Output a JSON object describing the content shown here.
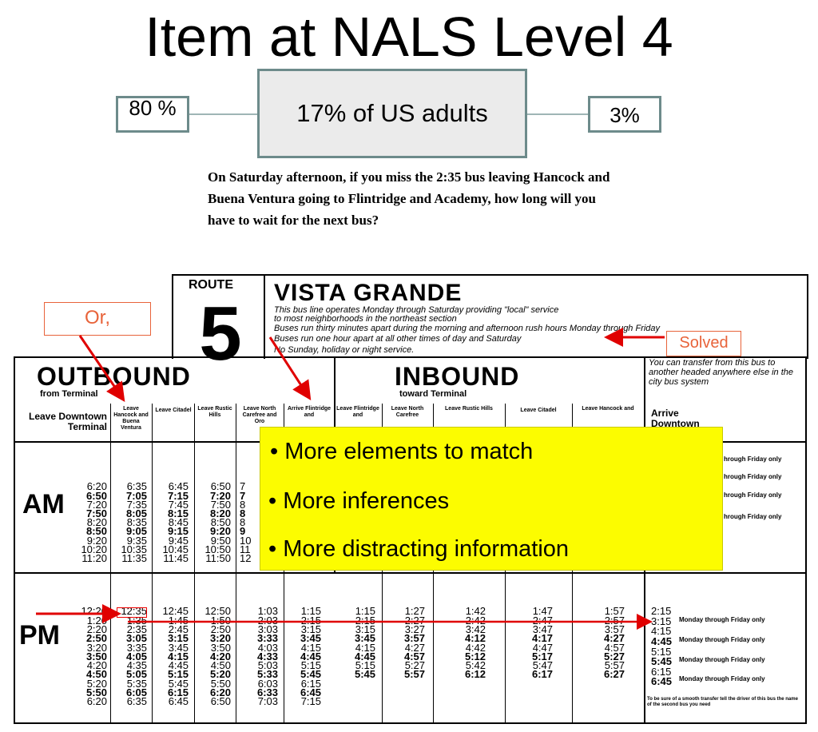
{
  "title": "Item at NALS Level 4",
  "stats": {
    "left": "80 %",
    "center": "17% of US adults",
    "right": "3%"
  },
  "question": "On Saturday afternoon, if you miss the 2:35 bus leaving Hancock and Buena Ventura going to Flintridge and Academy, how long will you have to wait for the next bus?",
  "schedule": {
    "route_word": "ROUTE",
    "route_number": "5",
    "route_name": "VISTA GRANDE",
    "description": [
      "This bus line operates Monday through Saturday providing \"local\" service",
      "to most neighborhoods in the northeast section",
      "Buses run thirty minutes apart during the morning and afternoon rush hours Monday through Friday",
      "Buses run one hour apart at all other times of day and Saturday",
      "No Sunday, holiday or night service."
    ],
    "outbound_title": "OUTBOUND",
    "outbound_sub": "from Terminal",
    "inbound_title": "INBOUND",
    "inbound_sub": "toward Terminal",
    "transfer_note": "You can transfer from this bus to another headed anywhere else in the city bus system",
    "arrive_downtown": "Arrive Downtown",
    "leave_downtown": "Leave Downtown Terminal",
    "col_heads": [
      "Leave Hancock and Buena Ventura",
      "Leave Citadel",
      "Leave Rustic Hills",
      "Leave North Carefree and Oro",
      "Arrive Flintridge and",
      "Leave Flintridge and",
      "Leave North Carefree",
      "Leave Rustic Hills",
      "Leave Citadel",
      "Leave Hancock and"
    ],
    "am_label": "AM",
    "pm_label": "PM",
    "am_cols": [
      [
        "6:20",
        "6:50",
        "7:20",
        "7:50",
        "8:20",
        "8:50",
        "9:20",
        "10:20",
        "11:20"
      ],
      [
        "6:35",
        "7:05",
        "7:35",
        "8:05",
        "8:35",
        "9:05",
        "9:35",
        "10:35",
        "11:35"
      ],
      [
        "6:45",
        "7:15",
        "7:45",
        "8:15",
        "8:45",
        "9:15",
        "9:45",
        "10:45",
        "11:45"
      ],
      [
        "6:50",
        "7:20",
        "7:50",
        "8:20",
        "8:50",
        "9:20",
        "9:50",
        "10:50",
        "11:50"
      ],
      [
        "7",
        "7",
        "8",
        "8",
        "8",
        "9",
        "10",
        "11",
        "12"
      ]
    ],
    "pm_cols": [
      [
        "12:20",
        "1:20",
        "2:20",
        "2:50",
        "3:20",
        "3:50",
        "4:20",
        "4:50",
        "5:20",
        "5:50",
        "6:20"
      ],
      [
        "12:35",
        "1:35",
        "2:35",
        "3:05",
        "3:35",
        "4:05",
        "4:35",
        "5:05",
        "5:35",
        "6:05",
        "6:35"
      ],
      [
        "12:45",
        "1:45",
        "2:45",
        "3:15",
        "3:45",
        "4:15",
        "4:45",
        "5:15",
        "5:45",
        "6:15",
        "6:45"
      ],
      [
        "12:50",
        "1:50",
        "2:50",
        "3:20",
        "3:50",
        "4:20",
        "4:50",
        "5:20",
        "5:50",
        "6:20",
        "6:50"
      ],
      [
        "1:03",
        "2:03",
        "3:03",
        "3:33",
        "4:03",
        "4:33",
        "5:03",
        "5:33",
        "6:03",
        "6:33",
        "7:03"
      ],
      [
        "1:15",
        "2:15",
        "3:15",
        "3:45",
        "4:15",
        "4:45",
        "5:15",
        "5:45",
        "6:15",
        "6:45",
        "7:15"
      ],
      [
        "1:15",
        "2:15",
        "3:15",
        "3:45",
        "4:15",
        "4:45",
        "5:15",
        "5:45"
      ],
      [
        "1:27",
        "2:27",
        "3:27",
        "3:57",
        "4:27",
        "4:57",
        "5:27",
        "5:57"
      ],
      [
        "1:42",
        "2:42",
        "3:42",
        "4:12",
        "4:42",
        "5:12",
        "5:42",
        "6:12"
      ],
      [
        "1:47",
        "2:47",
        "3:47",
        "4:17",
        "4:47",
        "5:17",
        "5:47",
        "6:17"
      ],
      [
        "1:57",
        "2:57",
        "3:57",
        "4:27",
        "4:57",
        "5:27",
        "5:57",
        "6:27"
      ],
      [
        "2:15",
        "3:15",
        "4:15",
        "4:45",
        "5:15",
        "5:45",
        "6:15",
        "6:45"
      ]
    ],
    "mf_only": "Monday through Friday only",
    "am_mf_notes": [
      "hrough Friday only",
      "hrough Friday only",
      "hrough Friday only",
      "hrough Friday only"
    ],
    "fine_print": "To be sure of a smooth transfer tell the driver of this bus the name of the second bus you need"
  },
  "annotations": {
    "or_label": "Or,",
    "solved_label": "Solved",
    "bullets": [
      "More elements to match",
      "More inferences",
      "More distracting information"
    ]
  },
  "colors": {
    "stat_border": "#6d8b8b",
    "callout": "#e8633a",
    "arrow": "#e00000",
    "overlay": "#fcfc00"
  }
}
